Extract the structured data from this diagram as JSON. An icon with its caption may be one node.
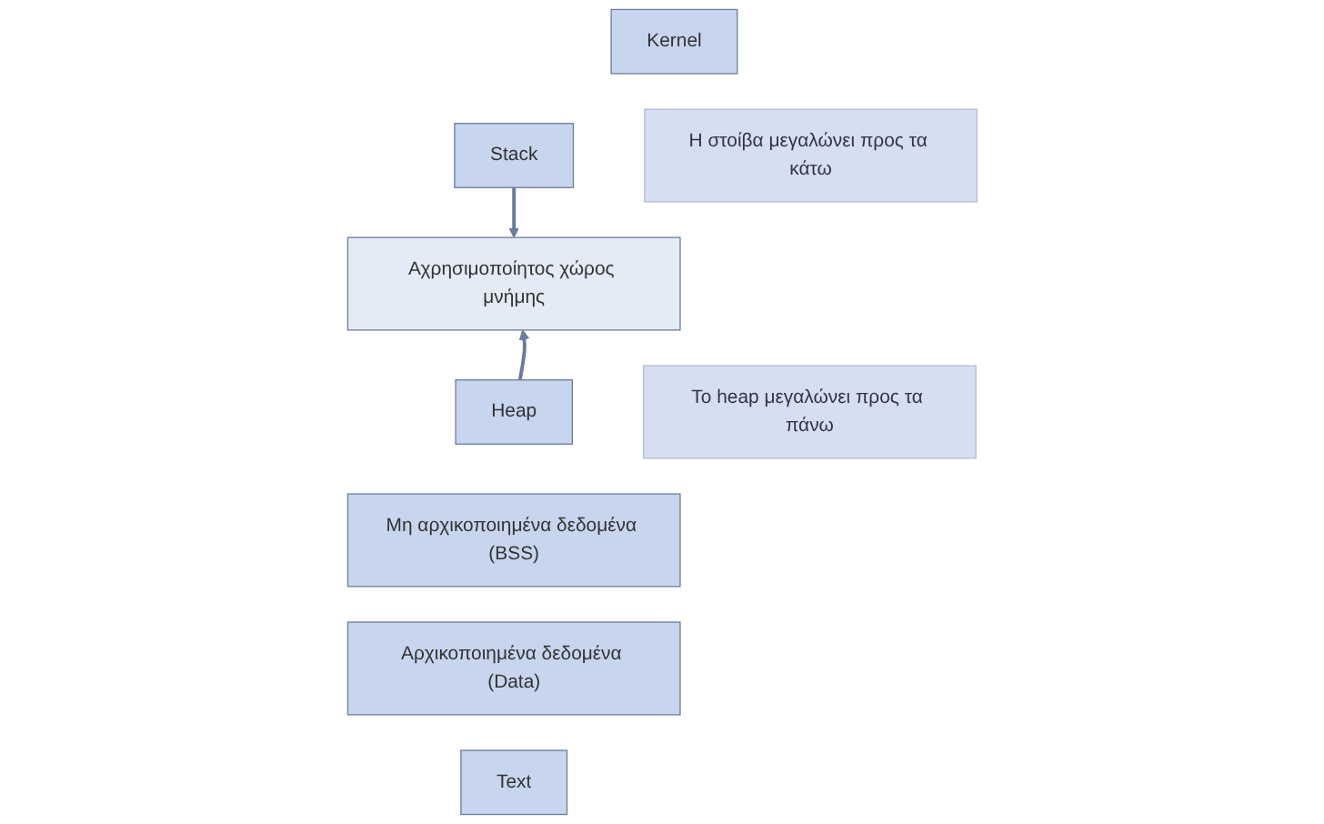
{
  "diagram": {
    "nodes": [
      {
        "text": [
          "Kernel"
        ]
      },
      {
        "text": [
          "Stack"
        ]
      },
      {
        "text": [
          "Αχρησιμοποίητος χώρος μνήμης"
        ]
      },
      {
        "text": [
          "Heap"
        ]
      },
      {
        "text": [
          "Μη αρχικοποιημένα δεδομένα (BSS)"
        ]
      },
      {
        "text": [
          "Αρχικοποιημένα δεδομένα (Data)"
        ]
      },
      {
        "text": [
          "Text"
        ]
      },
      {
        "text": [
          "Η στοίβα μεγαλώνει προς τα κάτω"
        ]
      },
      {
        "text": [
          "Το heap μεγαλώνει προς τα πάνω"
        ]
      }
    ],
    "edges": [
      {
        "from": 1,
        "to": 2,
        "arrow": "to"
      },
      {
        "from": 3,
        "to": 2,
        "arrow": "to"
      }
    ]
  }
}
